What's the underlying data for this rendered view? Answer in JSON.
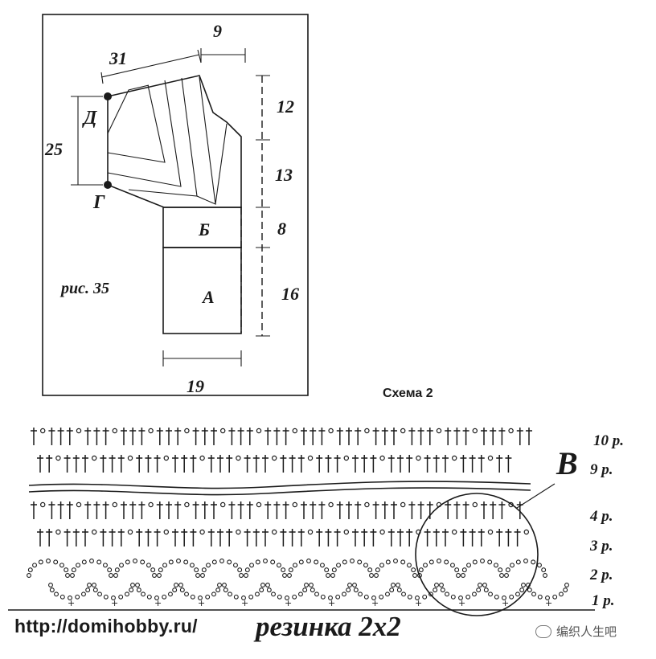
{
  "pattern": {
    "labels": {
      "d": "Д",
      "g": "Г",
      "b": "Б",
      "a": "А",
      "caption": "рис. 35"
    },
    "dimensions": {
      "shoulder": "31",
      "neck": "9",
      "armhole_depth": "25",
      "upper_right": "12",
      "mid_right": "13",
      "band_right": "8",
      "cuff_right": "16",
      "bottom_width": "19"
    }
  },
  "scheme": {
    "title": "Схема 2",
    "section_label": "В",
    "rows": [
      "10 р.",
      "9 р.",
      "4 р.",
      "3 р.",
      "2 р.",
      "1 р."
    ]
  },
  "footer": {
    "url": "http://domihobby.ru/",
    "brand": "резинка 2х2",
    "watermark": "编织人生吧"
  }
}
